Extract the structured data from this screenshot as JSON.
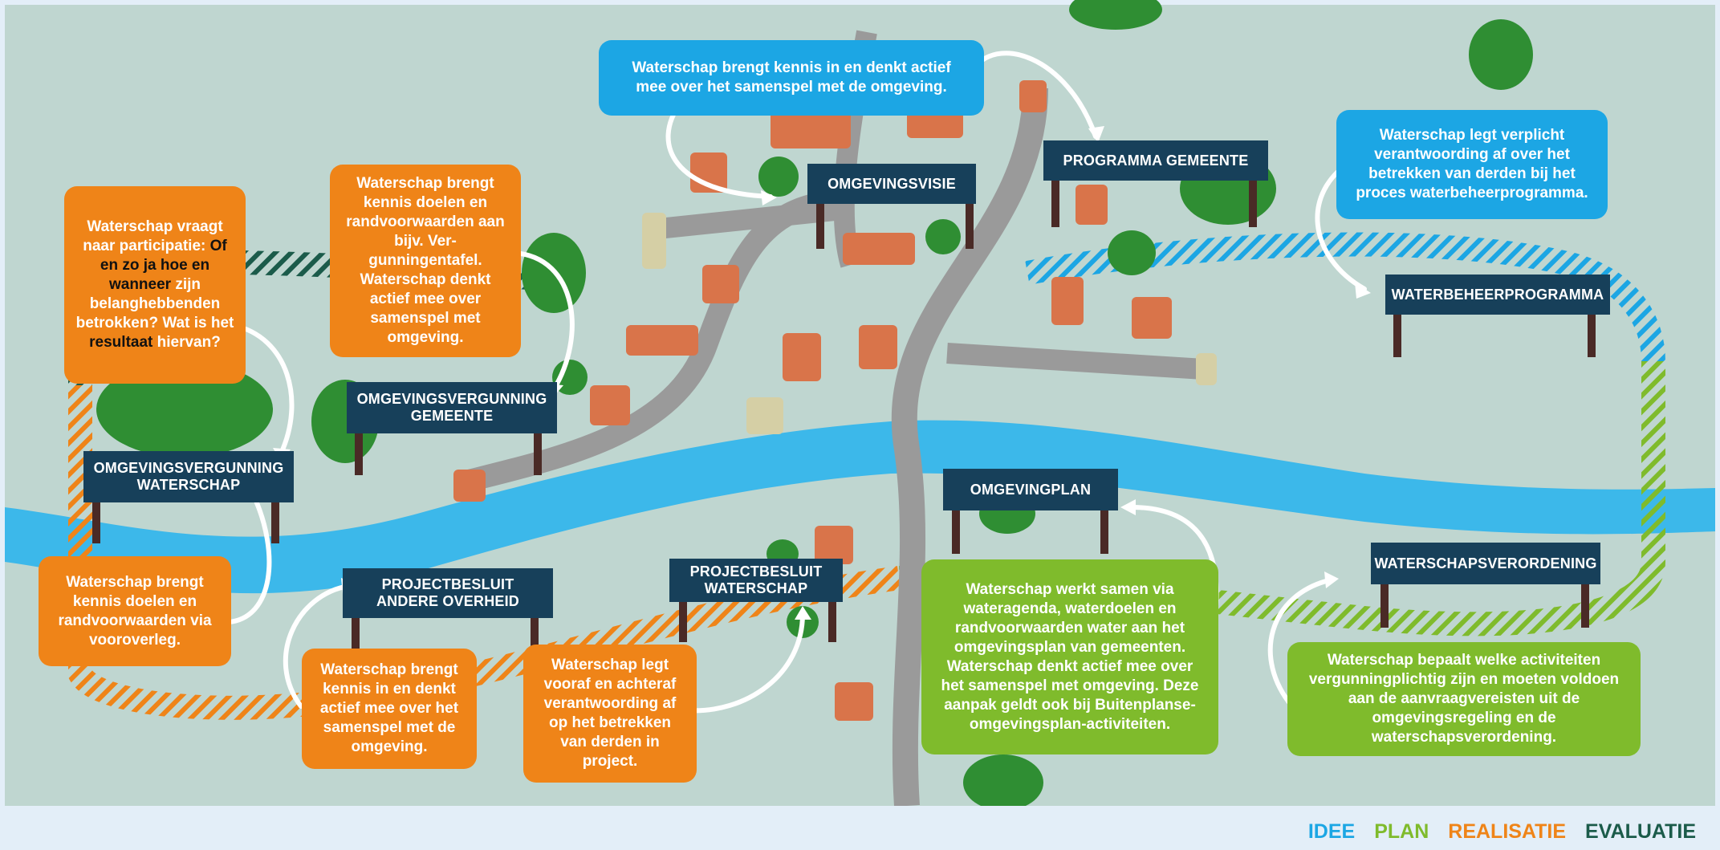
{
  "colors": {
    "idee": "#1ca6e4",
    "plan": "#7fbb2c",
    "realisatie": "#ef8418",
    "evaluatie": "#1b5b4a",
    "sign": "#17405a",
    "river": "#3cb8ea",
    "land": "#bfd6d0"
  },
  "signs": {
    "omgevingsvisie": "OMGEVINGSVISIE",
    "programma_gemeente": "PROGRAMMA GEMEENTE",
    "waterbeheerprogramma": "WATERBEHEERPROGRAMMA",
    "omgevingsvergunning_gemeente": "OMGEVINGSVERGUNNING GEMEENTE",
    "omgevingsvergunning_waterschap": "OMGEVINGSVERGUNNING WATERSCHAP",
    "omgevingplan": "OMGEVINGPLAN",
    "waterschapsverordening": "WATERSCHAPSVERORDENING",
    "projectbesluit_andere_overheid": "PROJECTBESLUIT ANDERE OVERHEID",
    "projectbesluit_waterschap": "PROJECTBESLUIT WATERSCHAP"
  },
  "bubbles": {
    "blue_omgevingsvisie": "Waterschap brengt kennis in en denkt actief mee over het samenspel met de omgeving.",
    "blue_waterbeheer": "Waterschap legt verplicht verantwoording af over het betrekken van derden bij het proces waterbeheerprogramma.",
    "orange_participatie_1": "Waterschap vraagt naar participatie:",
    "orange_participatie_2": "Of en zo ja hoe en wanneer",
    "orange_participatie_3": "zijn belanghebbenden betrokken? Wat is het",
    "orange_participatie_4": "resultaat",
    "orange_participatie_5": "hiervan?",
    "orange_vergunningentafel": "Waterschap brengt kennis doelen en randvoorwaarden aan bijv. Ver-gunningentafel. Waterschap denkt actief mee over samenspel met omgeving.",
    "orange_vooroverleg": "Waterschap brengt kennis doelen en randvoorwaarden via vooroverleg.",
    "orange_projectbesluit_andere": "Waterschap brengt kennis in en denkt actief mee over het samenspel met de omgeving.",
    "orange_projectbesluit_waterschap": "Waterschap legt vooraf en achteraf verantwoording af op het betrekken van derden in project.",
    "green_omgevingplan": "Waterschap werkt samen via wateragenda, waterdoelen en randvoorwaarden water aan het omgevingsplan van gemeenten. Waterschap denkt actief mee over het samenspel met omgeving. Deze aanpak geldt ook bij Buitenplanse-omgevingsplan-activiteiten.",
    "green_verordening": "Waterschap bepaalt welke activiteiten vergunningplichtig zijn en moeten voldoen aan de aanvraagvereisten uit de omgevingsregeling en de waterschapsverordening."
  },
  "legend": {
    "idee": "IDEE",
    "plan": "PLAN",
    "realisatie": "REALISATIE",
    "evaluatie": "EVALUATIE"
  }
}
